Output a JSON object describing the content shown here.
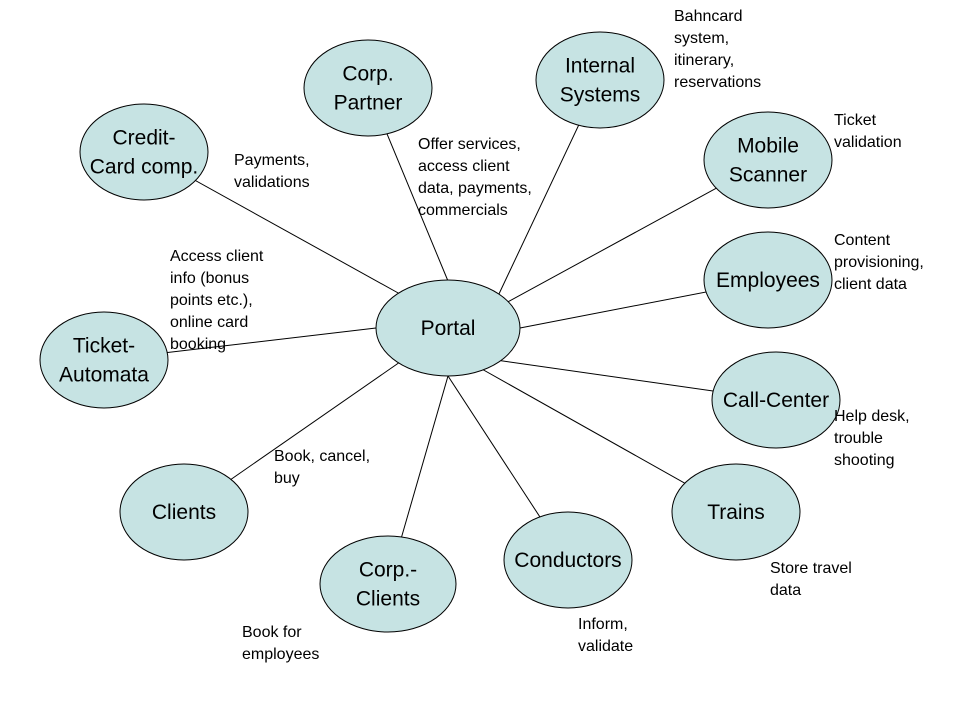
{
  "diagram": {
    "center": {
      "label": [
        "Portal"
      ]
    },
    "nodes": [
      {
        "id": "corp-partner",
        "label": [
          "Corp.",
          "Partner"
        ]
      },
      {
        "id": "internal-systems",
        "label": [
          "Internal",
          "Systems"
        ]
      },
      {
        "id": "credit-card",
        "label": [
          "Credit-",
          "Card comp."
        ]
      },
      {
        "id": "mobile-scanner",
        "label": [
          "Mobile",
          "Scanner"
        ]
      },
      {
        "id": "employees",
        "label": [
          "Employees"
        ]
      },
      {
        "id": "ticket-automata",
        "label": [
          "Ticket-",
          "Automata"
        ]
      },
      {
        "id": "call-center",
        "label": [
          "Call-Center"
        ]
      },
      {
        "id": "clients",
        "label": [
          "Clients"
        ]
      },
      {
        "id": "trains",
        "label": [
          "Trains"
        ]
      },
      {
        "id": "corp-clients",
        "label": [
          "Corp.-",
          "Clients"
        ]
      },
      {
        "id": "conductors",
        "label": [
          "Conductors"
        ]
      }
    ],
    "edge_labels": {
      "internal_systems": [
        "Bahncard",
        "system,",
        "itinerary,",
        "reservations"
      ],
      "mobile_scanner": [
        "Ticket",
        "validation"
      ],
      "credit_card": [
        "Payments,",
        "validations"
      ],
      "corp_partner": [
        "Offer services,",
        "access client",
        "data, payments,",
        "commercials"
      ],
      "employees": [
        "Content",
        "provisioning,",
        "client data"
      ],
      "ticket_automata": [
        "Access client",
        "info (bonus",
        "points etc.),",
        "online card",
        "booking"
      ],
      "call_center": [
        "Help desk,",
        "trouble",
        "shooting"
      ],
      "clients": [
        "Book, cancel,",
        "buy"
      ],
      "trains": [
        "Store travel",
        "data"
      ],
      "corp_clients": [
        "Book for",
        "employees"
      ],
      "conductors": [
        "Inform,",
        "validate"
      ]
    },
    "colors": {
      "node_fill": "#c6e3e3",
      "node_stroke": "#000000",
      "edge": "#000000"
    }
  }
}
